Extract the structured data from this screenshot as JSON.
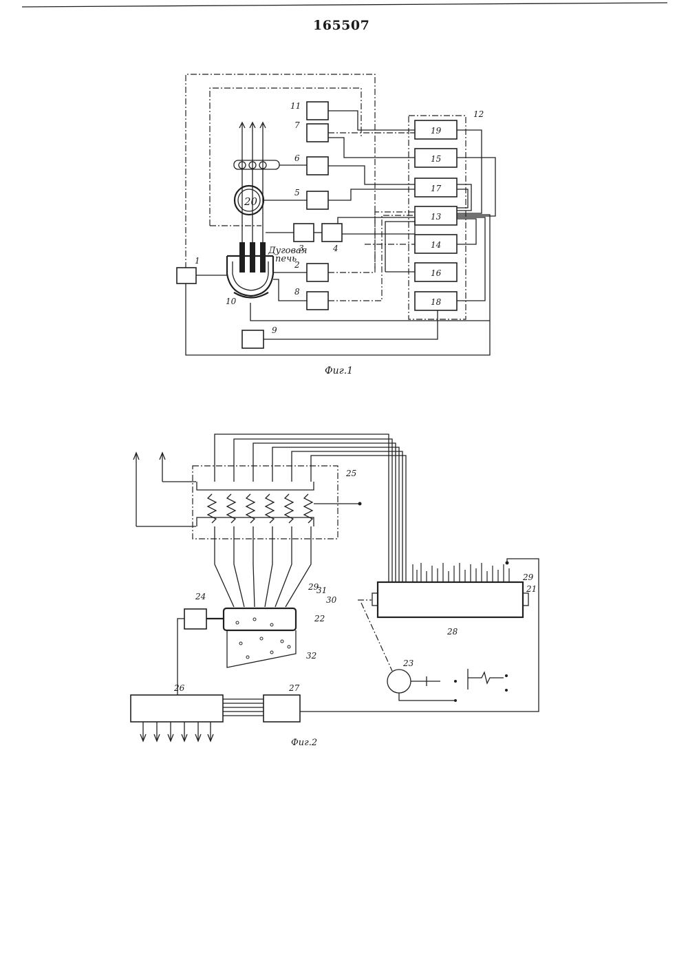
{
  "header": {
    "patent_number": "165507"
  },
  "figure1": {
    "caption": "Фиг.1",
    "furnace_label_line1": "Дуговая",
    "furnace_label_line2": "печь",
    "generator_label": "20",
    "block_labels": {
      "b1": "1",
      "b2": "2",
      "b3": "3",
      "b4": "4",
      "b5": "5",
      "b6": "6",
      "b7": "7",
      "b8": "8",
      "b9": "9",
      "b10": "10",
      "b11": "11",
      "b12": "12",
      "b13": "13",
      "b14": "14",
      "b15": "15",
      "b16": "16",
      "b17": "17",
      "b18": "18",
      "b19": "19"
    }
  },
  "figure2": {
    "caption": "Фиг.2",
    "labels": {
      "l21": "21",
      "l22": "22",
      "l23": "23",
      "l24": "24",
      "l25": "25",
      "l26": "26",
      "l27": "27",
      "l28": "28",
      "l29a": "29",
      "l29b": "29",
      "l30": "30",
      "l31": "31",
      "l32": "32"
    }
  }
}
